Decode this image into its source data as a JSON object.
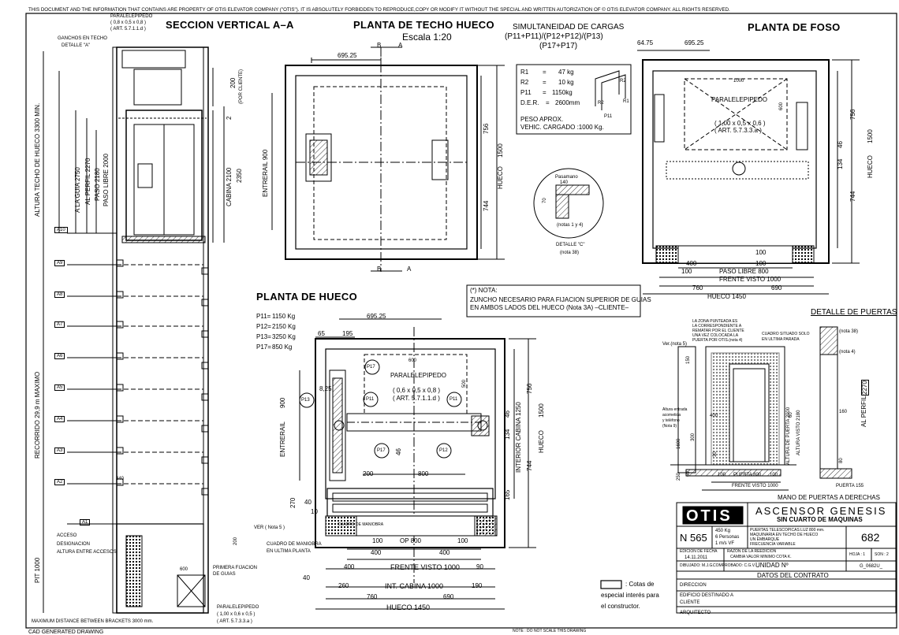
{
  "header": {
    "notice": "THIS DOCUMENT AND THE INFORMATION THAT CONTAINS ARE PROPERTY OF OTIS ELEVATOR COMPANY (\"OTIS\"). IT IS ABSOLUTELY FORBIDDEN TO REPRODUCE,COPY OR MODIFY IT WITHOUT THE SPECIAL AND WRITTEN AUTORIZATION OF © OTIS ELEVATOR COMPANY. ALL RIGHTS RESERVED."
  },
  "footer": {
    "cad": "CAD GENERATED DRAWING",
    "note": "NOTE : DO NOT SCALE THIS DRAWING",
    "max_distance": "MAXIMUM DISTANCE BETWEEN BRACKETS  3000 mm."
  },
  "section": {
    "title": "SECCION VERTICAL A–A",
    "paralelepipedo_top": "PARALELEPIPEDO",
    "par_top_dims": "( 0,8 x 0,5 x 0,8 )",
    "par_top_art": "( ART. 5.7.1.1.d )",
    "ganchos": "GANCHOS EN TECHO",
    "detalle_a": "DETALLE \"A\"",
    "dim_200": "200",
    "por_cliente": "(POR CLIENTE)",
    "dim_2": "2",
    "cabina": "CABINA 2100",
    "dim_2350": "2350",
    "altura_techo": "ALTURA TECHO DE HUECO  3300 MIN.",
    "a_la_guia": "A LA GUIA 2750",
    "al_perfil": "AL PERFIL 2270",
    "paso_2180": "PASO 2180",
    "paso_libre": "PASO LIBRE 2000",
    "recorrido": "RECORRIDO      29,9  m     MAXIMO",
    "pit": "PIT 1000",
    "acceso": "ACCESO",
    "designacion": "DESIGNACION",
    "altura_accesos": "ALTURA ENTRE ACCESOS",
    "primera_fijacion": "PRIMERA FIJACION",
    "de_guias": "DE GUIAS",
    "paralelepipedo_bot": "PARALELEPIPEDO",
    "par_bot_dims": "( 1,00 x 0,6 x 0,5 )",
    "par_bot_art": "( ART. 5.7.3.3.a )",
    "dim_600": "600",
    "dim_340": "340",
    "dim_200b": "200",
    "levels": [
      "A10",
      "A9",
      "A8",
      "A7",
      "A6",
      "A5",
      "A4",
      "A3",
      "A2",
      "A1"
    ]
  },
  "techo": {
    "title": "PLANTA DE TECHO HUECO",
    "escala": "Escala  1:20",
    "dim_695": "695.25",
    "entrerail": "ENTRERAIL 900",
    "hueco": "HUECO",
    "dim_1500": "1500",
    "dim_756": "756",
    "dim_744": "744",
    "b": "B",
    "a": "A"
  },
  "cargas": {
    "title": "SIMULTANEIDAD DE CARGAS",
    "line2": "(P11+P11)/(P12+P12)/(P13)",
    "line3": "(P17+P17)",
    "rows": [
      {
        "k": "R1",
        "eq": "=",
        "v": "47 kg"
      },
      {
        "k": "R2",
        "eq": "=",
        "v": "10 kg"
      },
      {
        "k": "P11",
        "eq": "=",
        "v": "1150kg"
      },
      {
        "k": "D.E.R.",
        "eq": "=",
        "v": "2600mm"
      }
    ],
    "peso1": "PESO APROX.",
    "peso2": "VEHIC. CARGADO :1000 Kg.",
    "r1": "R1",
    "r2": "R2",
    "p11": "P11"
  },
  "detalle_c": {
    "pasamano": "Pasamano",
    "dim_140": "140",
    "dim_70": "70",
    "notas": "(notas 1 y 4)",
    "label": "DETALLE \"C\"",
    "nota": "(nota 38)"
  },
  "nota": {
    "title": "(*) NOTA:",
    "line1": "ZUNCHO NECESARIO PARA FIJACION SUPERIOR DE GUIAS",
    "line2": "EN AMBOS LADOS DEL HUECO (Nota 3A) –CLIENTE–"
  },
  "foso": {
    "title": "PLANTA DE FOSO",
    "dim_6475": "64.75",
    "dim_69525": "695.25",
    "paralelepipedo": "PARALELEPIPEDO",
    "dims": "( 1,00 x 0,5 x 0,6 )",
    "art": "( ART. 5.7.3.3.a )",
    "dim_1000": "1000",
    "dim_600": "600",
    "dim_756": "756",
    "dim_134": "134",
    "dim_46": "46",
    "dim_744": "744",
    "dim_1500": "1500",
    "hueco": "HUECO",
    "dim_100a": "100",
    "dim_400": "400",
    "dim_100b": "100",
    "paso_libre": "PASO LIBRE 800",
    "dim_100c": "100",
    "frente": "FRENTE VISTO 1000",
    "dim_760": "760",
    "dim_690": "690",
    "hueco_1450": "HUECO 1450"
  },
  "hueco": {
    "title": "PLANTA DE HUECO",
    "loads": [
      {
        "k": "P11=",
        "v": "1150 Kg"
      },
      {
        "k": "P12=",
        "v": "2150 Kg"
      },
      {
        "k": "P13=",
        "v": "3250 Kg"
      },
      {
        "k": "P17=",
        "v": "850 Kg"
      }
    ],
    "dim_69525": "695.25",
    "dim_65": "65",
    "dim_195": "195",
    "dim_825": "8,25",
    "paralelepipedo": "PARALELEPIPEDO",
    "dims": "( 0,6 x 0,5 x 0,8 )",
    "art": "( ART. 5.7.1.1.d )",
    "dim_600": "600",
    "dim_500": "500",
    "p17a": "P17",
    "p13": "P13",
    "p11a": "P11",
    "p11b": "P11",
    "p17b": "P17",
    "p12": "P12",
    "entrerail": "ENTRERAIL",
    "dim_900": "900",
    "interior": "INTERIOR CABINA 1250",
    "dim_134": "134",
    "dim_46": "46",
    "dim_756": "756",
    "dim_744": "744",
    "dim_165": "165",
    "hueco": "HUECO",
    "dim_1500": "1500",
    "dim_46b": "46",
    "dim_200": "200",
    "dim_800": "800",
    "dim_270": "270",
    "dim_40a": "40",
    "dim_10": "10",
    "ver": "VER ( Nota 5 )",
    "cuadro": "CUADRO DE MANIOBRA",
    "en_ultima": "EN ULTIMA PLANTA",
    "cuadro_small": "CUADRO DE MANIOBRA",
    "dim_100a": "100",
    "op": "OP  800",
    "dim_100b": "100",
    "dim_400a": "400",
    "dim_400b": "400",
    "frente": "FRENTE VISTO 1000",
    "dim_90": "90",
    "dim_40b": "40",
    "dim_260": "260",
    "int_cabina": "INT. CABINA 1000",
    "dim_190": "190",
    "dim_760": "760",
    "dim_690": "690",
    "hueco_1450": "HUECO    1450"
  },
  "puertas": {
    "title": "DETALLE DE PUERTAS",
    "zona1": "LA ZONA PUNTEADA ES",
    "zona2": "LA CORRESPONDIENTE A",
    "zona3": "REMATAR POR EL CLIENTE",
    "zona4": "UNA VEZ COLOCADA LA",
    "zona5": "PUERTA POR OTIS.(nota 4)",
    "cuadro1": "CUADRO SITUADO SOLO",
    "cuadro2": "EN ULTIMA PARADA",
    "ver": "Ver.(nota 5)",
    "nota38": "(nota 38)",
    "nota4": "(nota 4)",
    "dim_150": "150",
    "altura1": "Altura entrada",
    "altura2": "acometida",
    "altura3": "y teléfono",
    "altura4": "(Nota 9)",
    "dim_400": "400",
    "dim_300": "300",
    "dim_1600": "1600",
    "dim_30": "30",
    "dim_250": "250",
    "dim_60": "60",
    "dim_60b": "60",
    "alt_puerta": "ALTURA DE PUERTA 2000",
    "alt_visto": "ALTURA VISTO 2180",
    "al_perfil": "AL PERFIL",
    "dim_2270": "2270",
    "dim_160": "160",
    "dim_80": "80",
    "dim_100": "100",
    "puerta_800": "PUERTA 800",
    "dim_100b": "100",
    "frente": "FRENTE VISTO 1000",
    "puerta_155": "PUERTA 155",
    "mano": "MANO DE PUERTAS A DERECHAS"
  },
  "legend": {
    "l1": ": Cotas de",
    "l2": "especial interés para",
    "l3": "el constructor."
  },
  "title_block": {
    "logo": "OTIS",
    "title": "ASCENSOR GENESIS",
    "subtitle": "SIN CUARTO DE MAQUINAS",
    "n": "N  565",
    "spec1": "450 Kg",
    "spec2": "6 Personas",
    "spec3": "1 m/s VF",
    "desc1": "PUERTAS TELESCOPICAS LUZ 800 mm.",
    "desc2": "MAQUINARIA EN TECHO DE HUECO",
    "desc3": "UN EMBARQUE",
    "desc4": "FRECUENCIA VARIABLE",
    "code": "682",
    "edicion_label": "EDICION DE FECHA",
    "edicion_date": "14.11.2011",
    "razon_label": "RAZON DE LA REEDICION",
    "razon": "CAMBIA VALOR MINIMO COTA K.",
    "hoja": "HOJA : 1",
    "son": "SON : 2",
    "dibujado": "DIBUJADO: M.J.G.",
    "comprobado": "COMPROBADO: C.G.V.",
    "unidad": "UNIDAD  Nº",
    "file": "G_0682U_",
    "datos": "DATOS DEL CONTRATO",
    "direccion": "DIRECCION",
    "edificio1": "EDIFICIO DESTINADO A",
    "edificio2": "CLIENTE",
    "arquitecto": "ARQUITECTO"
  }
}
